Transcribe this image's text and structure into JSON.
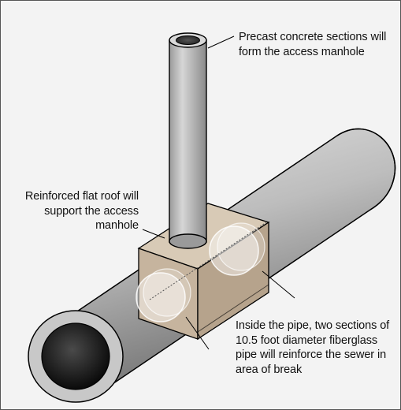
{
  "labels": {
    "precast": "Precast concrete sections will form the access manhole",
    "roof": "Reinforced flat roof will support the access manhole",
    "inside": "Inside the pipe, two sections of 10.5 foot diameter fiberglass pipe will reinforce the sewer in area of break"
  },
  "colors": {
    "background": "#e9e9e9",
    "pipe_light": "#cfcfcf",
    "pipe_dark": "#6f6f6f",
    "box_front": "#c9b8a2",
    "box_top": "#d9ccb9",
    "box_side": "#b9a690",
    "outline": "#000000"
  }
}
